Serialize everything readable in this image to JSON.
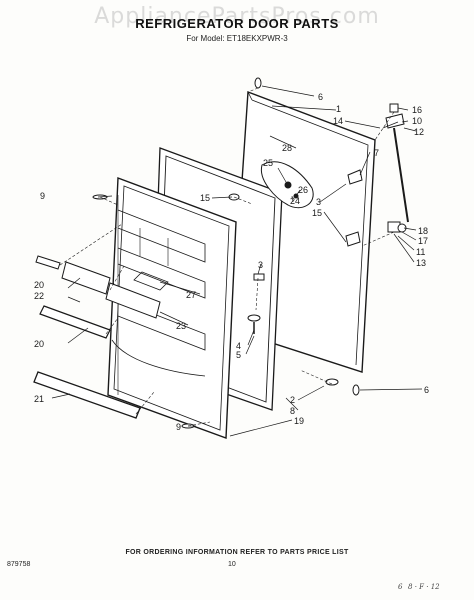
{
  "header": {
    "watermark": "AppliancePartsPros.com",
    "title": "REFRIGERATOR DOOR PARTS",
    "model_line": "For Model: ET18EKXPWR-3"
  },
  "callouts": {
    "c1": "1",
    "c2": "2",
    "c3a": "3",
    "c3b": "3",
    "c4": "4",
    "c5": "5",
    "c6a": "6",
    "c6b": "6",
    "c7": "7",
    "c8": "8",
    "c9a": "9",
    "c9b": "9",
    "c10": "10",
    "c11": "11",
    "c12": "12",
    "c13": "13",
    "c14": "14",
    "c15a": "15",
    "c15b": "15",
    "c16": "16",
    "c17": "17",
    "c18": "18",
    "c19": "19",
    "c20a": "20",
    "c20b": "20",
    "c21": "21",
    "c22": "22",
    "c23": "23",
    "c24": "24",
    "c25": "25",
    "c26": "26",
    "c27": "27",
    "c28": "28"
  },
  "footer": {
    "ordering_note": "FOR ORDERING INFORMATION REFER TO PARTS PRICE LIST",
    "doc_number": "879758",
    "page_number": "10",
    "handwritten_note": "68 · F · 12"
  }
}
